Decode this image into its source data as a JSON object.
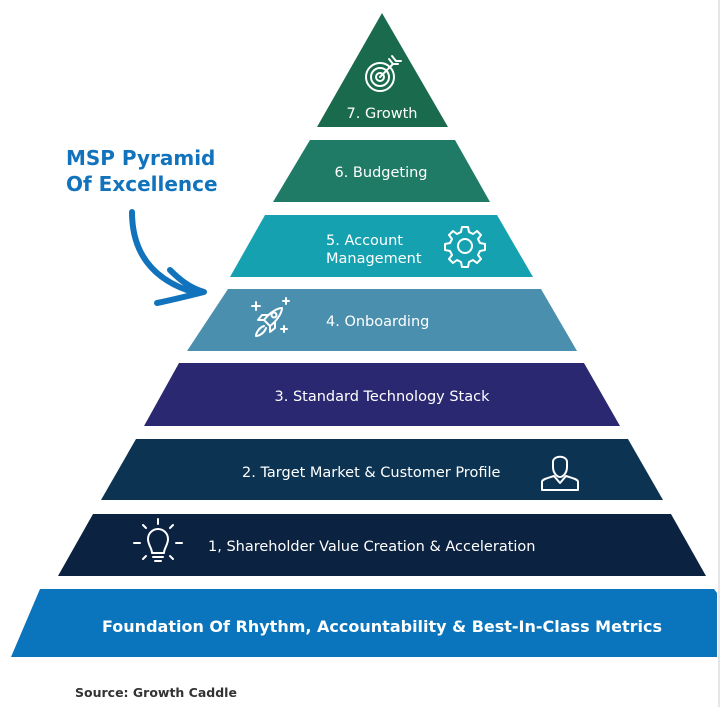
{
  "title": {
    "line1": "MSP Pyramid",
    "line2": "Of Excellence"
  },
  "tiers": [
    {
      "number": 7,
      "label": "7. Growth",
      "icon": "target-arrow-icon",
      "color": "#1a6b4d"
    },
    {
      "number": 6,
      "label": "6. Budgeting",
      "icon": "",
      "color": "#1f7a66"
    },
    {
      "number": 5,
      "label_line1": "5. Account",
      "label_line2": "Management",
      "icon": "gear-icon",
      "color": "#16a1b0"
    },
    {
      "number": 4,
      "label": "4. Onboarding",
      "icon": "rocket-icon",
      "color": "#4a90ae"
    },
    {
      "number": 3,
      "label": "3. Standard Technology Stack",
      "icon": "",
      "color": "#2b2872"
    },
    {
      "number": 2,
      "label": "2. Target Market & Customer Profile",
      "icon": "person-icon",
      "color": "#0d3352"
    },
    {
      "number": 1,
      "label": "1, Shareholder Value Creation & Acceleration",
      "icon": "lightbulb-icon",
      "color": "#0b2240"
    }
  ],
  "foundation": {
    "label": "Foundation Of Rhythm, Accountability & Best-In-Class Metrics",
    "color": "#0a74bc"
  },
  "arrow": {
    "icon": "curved-arrow-icon",
    "color": "#1273bd"
  },
  "source": "Source: Growth Caddle"
}
